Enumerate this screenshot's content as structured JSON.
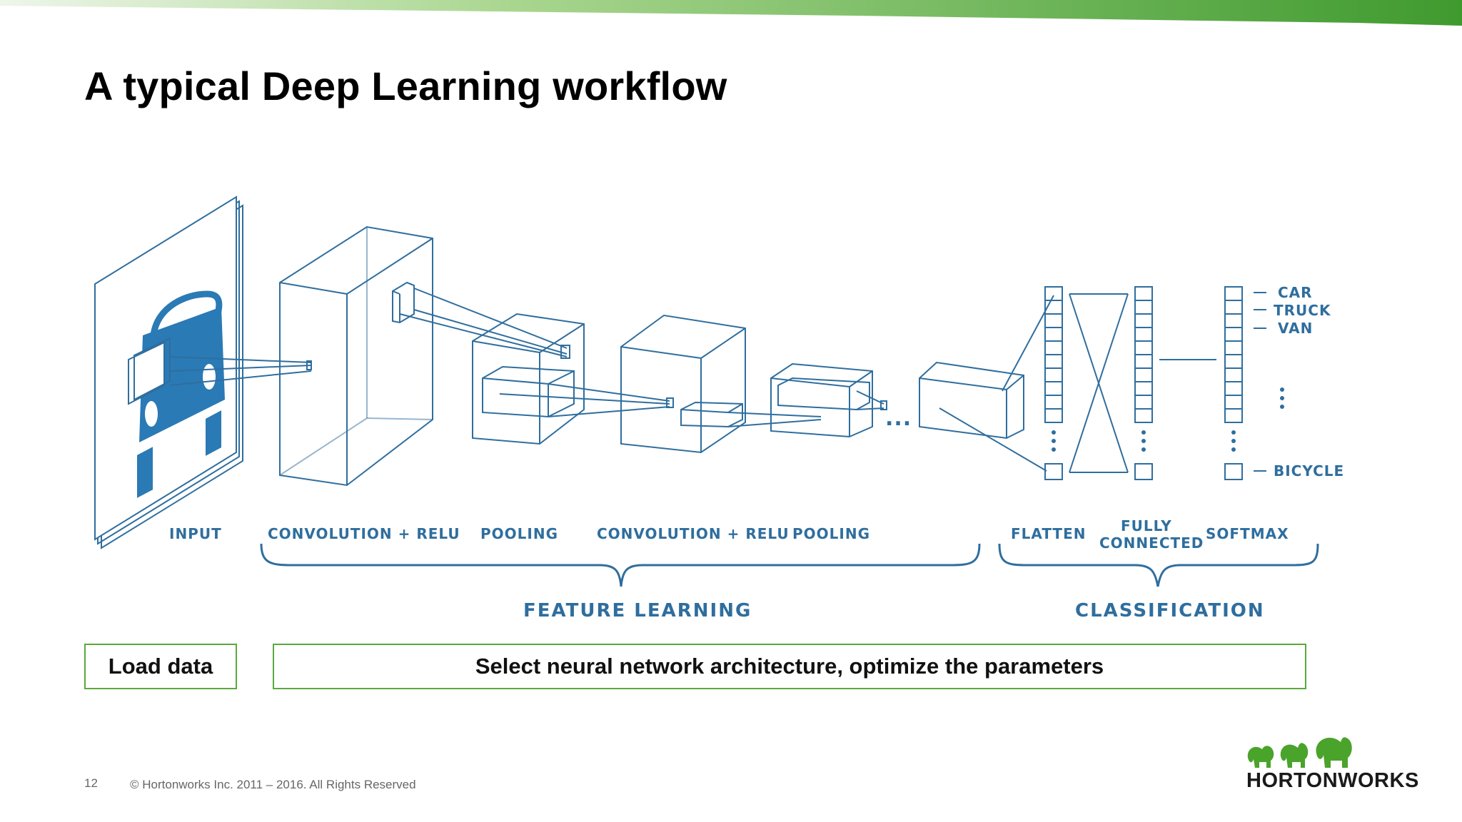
{
  "slide": {
    "title": "A typical Deep Learning workflow",
    "page_number": "12",
    "copyright": "© Hortonworks Inc. 2011 – 2016. All Rights Reserved"
  },
  "diagram": {
    "stages": {
      "input": "INPUT",
      "conv1": "CONVOLUTION + RELU",
      "pool1": "POOLING",
      "conv2": "CONVOLUTION + RELU",
      "pool2": "POOLING",
      "flatten": "FLATTEN",
      "fully_connected_line1": "FULLY",
      "fully_connected_line2": "CONNECTED",
      "softmax": "SOFTMAX"
    },
    "groups": {
      "feature_learning": "FEATURE LEARNING",
      "classification": "CLASSIFICATION"
    },
    "classes": {
      "car": "CAR",
      "truck": "TRUCK",
      "van": "VAN",
      "bicycle": "BICYCLE"
    },
    "ellipsis": "...",
    "line_color": "#2f6e9e",
    "car_color": "#2a7ab5"
  },
  "boxes": {
    "load_data": "Load data",
    "select_arch": "Select neural network architecture, optimize the parameters"
  },
  "logo": {
    "text": "HORTONWORKS",
    "color": "#4aa32a"
  },
  "colors": {
    "accent_green": "#5aaa3c",
    "topbar_start": "#d8ecd0",
    "topbar_end": "#3f9a2e"
  }
}
